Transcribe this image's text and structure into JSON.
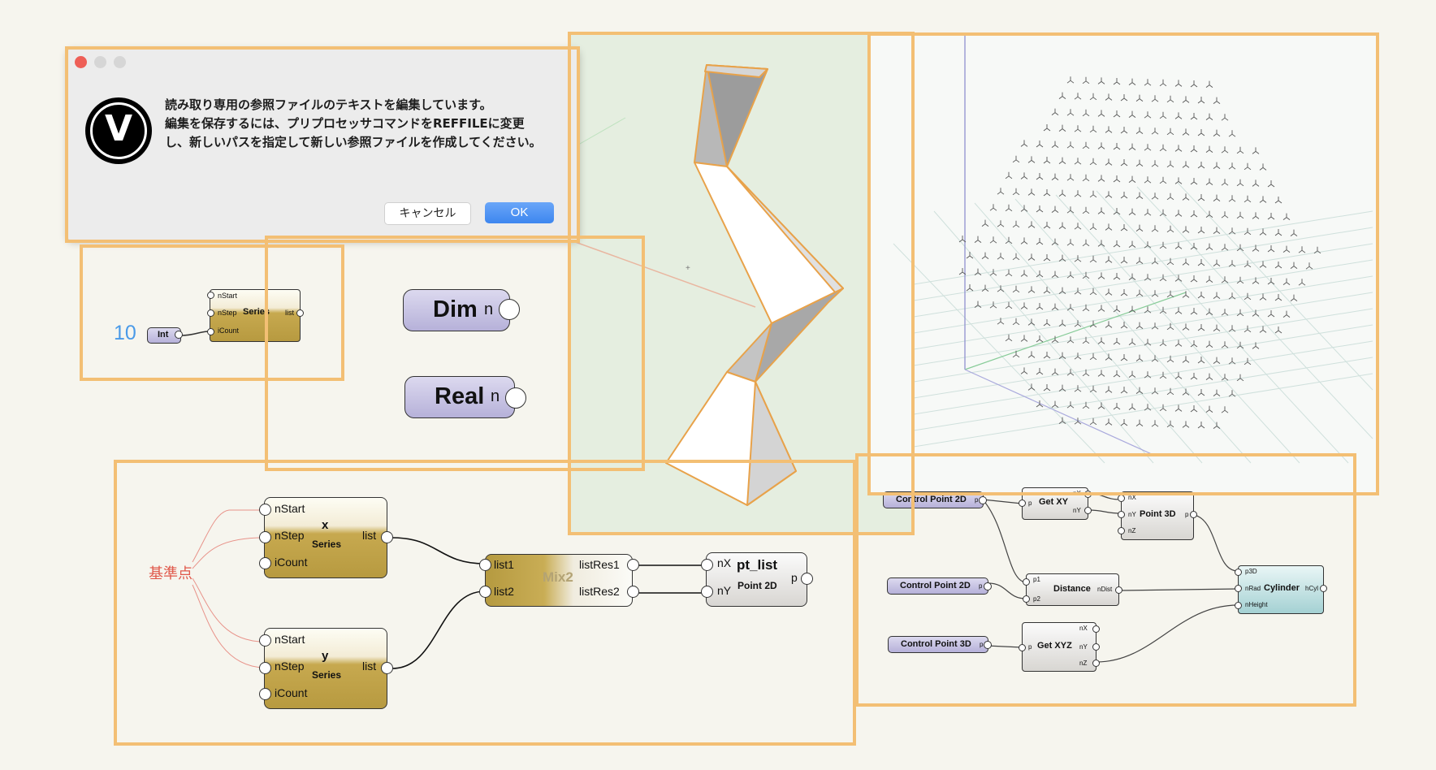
{
  "dialog": {
    "message": "読み取り専用の参照ファイルのテキストを編集しています。\n編集を保存するには、プリプロセッサコマンドをREFFILEに変更\nし、新しいパスを指定して新しい参照ファイルを作成してください。",
    "logo_letter": "V",
    "cancel_label": "キャンセル",
    "ok_label": "OK"
  },
  "series_small": {
    "number_value": "10",
    "int_label": "Int",
    "title": "Series",
    "port_nstart": "nStart",
    "port_nstep": "nStep",
    "port_icount": "iCount",
    "port_list": "list"
  },
  "param_nodes": {
    "dim_label": "Dim",
    "dim_port": "n",
    "real_label": "Real",
    "real_port": "n"
  },
  "graph_main": {
    "annotation": "基準点",
    "series_x": {
      "name": "x",
      "type": "Series",
      "in1": "nStart",
      "in2": "nStep",
      "in3": "iCount",
      "out": "list"
    },
    "series_y": {
      "name": "y",
      "type": "Series",
      "in1": "nStart",
      "in2": "nStep",
      "in3": "iCount",
      "out": "list"
    },
    "mix": {
      "type": "Mix2",
      "in1": "list1",
      "in2": "list2",
      "out1": "listRes1",
      "out2": "listRes2"
    },
    "point": {
      "name": "pt_list",
      "type": "Point 2D",
      "in1": "nX",
      "in2": "nY",
      "out": "p"
    }
  },
  "graph_right": {
    "cp2d_a": {
      "label": "Control Point 2D",
      "out": "p"
    },
    "cp2d_b": {
      "label": "Control Point 2D",
      "out": "p"
    },
    "cp3d": {
      "label": "Control Point 3D",
      "out": "p"
    },
    "get_xy": {
      "label": "Get XY",
      "in": "p",
      "out1": "nX",
      "out2": "nY"
    },
    "point3d": {
      "label": "Point 3D",
      "in1": "nX",
      "in2": "nY",
      "in3": "nZ",
      "out": "p"
    },
    "distance": {
      "label": "Distance",
      "in1": "p1",
      "in2": "p2",
      "out": "nDist"
    },
    "get_xyz": {
      "label": "Get XYZ",
      "in": "p",
      "out1": "nX",
      "out2": "nY",
      "out3": "nZ"
    },
    "cylinder": {
      "label": "Cylinder",
      "in1": "p3D",
      "in2": "nRad",
      "in3": "nHeight",
      "out": "hCyl"
    }
  },
  "colors": {
    "frame": "#f3bf74",
    "series_gold": "#b79a40",
    "param_purple": "#b6b1d9",
    "cylinder_teal": "#a4d1d3",
    "annotation_red": "#e0584a",
    "number_blue": "#4a9ae8"
  }
}
